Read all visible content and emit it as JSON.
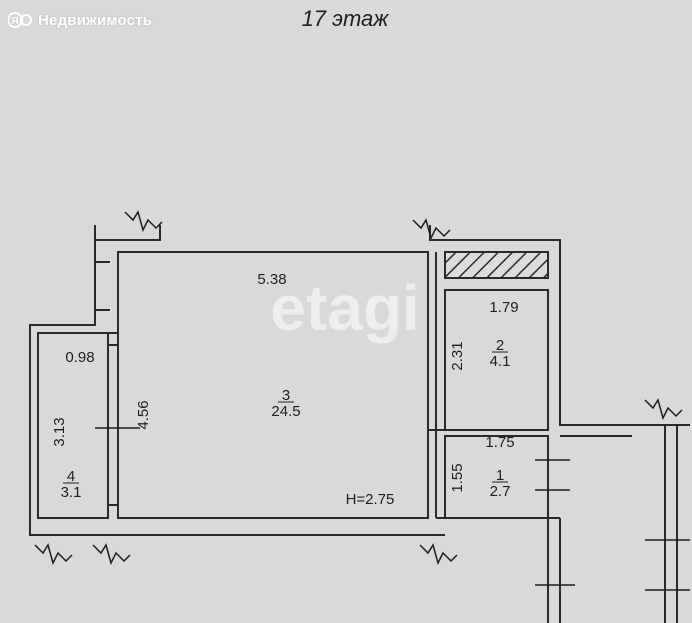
{
  "header": {
    "brand_text": "Недвижимость",
    "floor_title": "17 этаж"
  },
  "watermark": "etagi",
  "plan": {
    "ceiling_height": "H=2.75",
    "rooms": [
      {
        "number": "3",
        "area": "24.5",
        "width": "5.38",
        "depth": "4.56"
      },
      {
        "number": "2",
        "area": "4.1",
        "width": "1.79",
        "depth": "2.31"
      },
      {
        "number": "1",
        "area": "2.7",
        "width": "1.75",
        "depth": "1.55"
      },
      {
        "number": "4",
        "area": "3.1",
        "width": "0.98",
        "depth": "3.13"
      }
    ]
  },
  "colors": {
    "background": "#d9d9d9",
    "wall": "#2a2a2a",
    "room_fill": "#dcdcdc",
    "watermark": "#ffffff"
  }
}
